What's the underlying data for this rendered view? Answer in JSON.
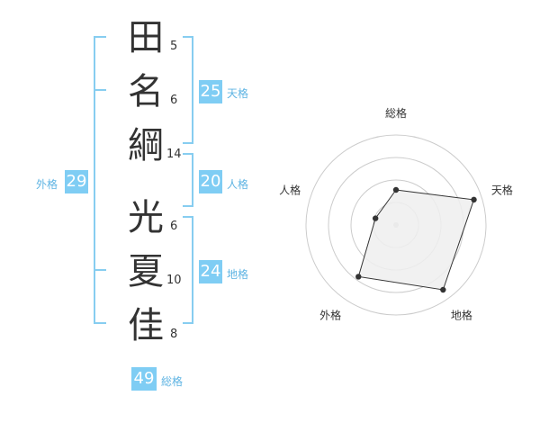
{
  "name": {
    "chars": [
      "田",
      "名",
      "綱",
      "光",
      "夏",
      "佳"
    ],
    "strokes": [
      "5",
      "6",
      "14",
      "6",
      "10",
      "8"
    ]
  },
  "fortune": {
    "tenkaku": {
      "value": "25",
      "label": "天格"
    },
    "jinkaku": {
      "value": "20",
      "label": "人格"
    },
    "chikaku": {
      "value": "24",
      "label": "地格"
    },
    "gaikaku": {
      "value": "29",
      "label": "外格"
    },
    "soukaku": {
      "value": "49",
      "label": "総格"
    }
  },
  "chart_data": {
    "type": "radar",
    "axes": [
      "総格",
      "天格",
      "地格",
      "外格",
      "人格"
    ],
    "values": [
      0.39,
      0.91,
      0.89,
      0.71,
      0.24
    ],
    "rings": 4,
    "max": 1,
    "colors": {
      "fill": "#eeeeee",
      "stroke": "#333333",
      "grid": "#cccccc"
    }
  }
}
